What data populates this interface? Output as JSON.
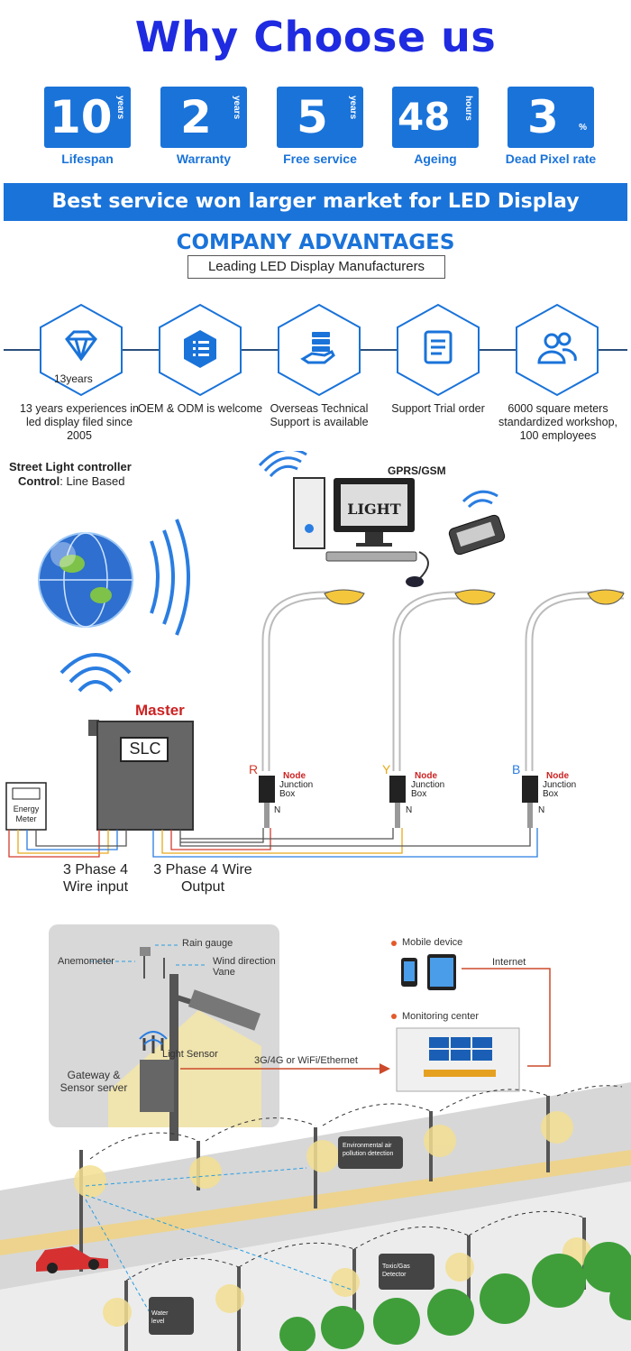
{
  "header": {
    "title": "Why Choose us"
  },
  "stats": [
    {
      "value": "10",
      "unit": "years",
      "label": "Lifespan"
    },
    {
      "value": "2",
      "unit": "years",
      "label": "Warranty"
    },
    {
      "value": "5",
      "unit": "years",
      "label": "Free service"
    },
    {
      "value": "48",
      "unit": "hours",
      "label": "Ageing"
    },
    {
      "value": "3",
      "unit": "%",
      "label": "Dead Pixel rate"
    }
  ],
  "banner": {
    "text": "Best service won larger market for LED Display"
  },
  "advantages": {
    "title": "COMPANY ADVANTAGES",
    "subtitle": "Leading LED Display Manufacturers",
    "badge_years": "13years",
    "items": [
      {
        "icon": "diamond-icon",
        "text": "13 years experiences in led display filed since 2005"
      },
      {
        "icon": "list-icon",
        "text": "OEM & ODM is welcome"
      },
      {
        "icon": "server-hand-icon",
        "text": "Overseas Technical Support is available"
      },
      {
        "icon": "clipboard-icon",
        "text": "Support Trial order"
      },
      {
        "icon": "people-icon",
        "text": "6000 square meters standardized workshop, 100 employees"
      }
    ]
  },
  "slc": {
    "title_bold": "Street Light controller",
    "control_bold": "Control",
    "control_text": ": Line Based",
    "gprs": "GPRS/GSM",
    "monitor_text": "LIGHT",
    "master": "Master",
    "slc_label": "SLC",
    "energy_meter": "Energy Meter",
    "node_label": "Node",
    "junction_label": "Junction Box",
    "phases": [
      "R",
      "Y",
      "B"
    ],
    "neutral": "N",
    "input_label": "3 Phase 4 Wire input",
    "output_label": "3 Phase 4 Wire Output",
    "colors": {
      "R": "#d33b2c",
      "Y": "#e8a91a",
      "B": "#2a7de1",
      "master": "#cc2222",
      "node": "#cc2222"
    }
  },
  "smart_pole": {
    "rain_gauge": "Rain gauge",
    "anemometer": "Anemometer",
    "wind_vane": "Wind direction Vane",
    "light_sensor": "Light Sensor",
    "gateway": "Gateway & Sensor server",
    "link": "3G/4G or WiFi/Ethernet",
    "mobile": "Mobile device",
    "internet": "Internet",
    "monitoring": "Monitoring center",
    "env": "Environmental air pollution detection",
    "gas": "Toxic/Gas Detector",
    "water": "Water level"
  }
}
